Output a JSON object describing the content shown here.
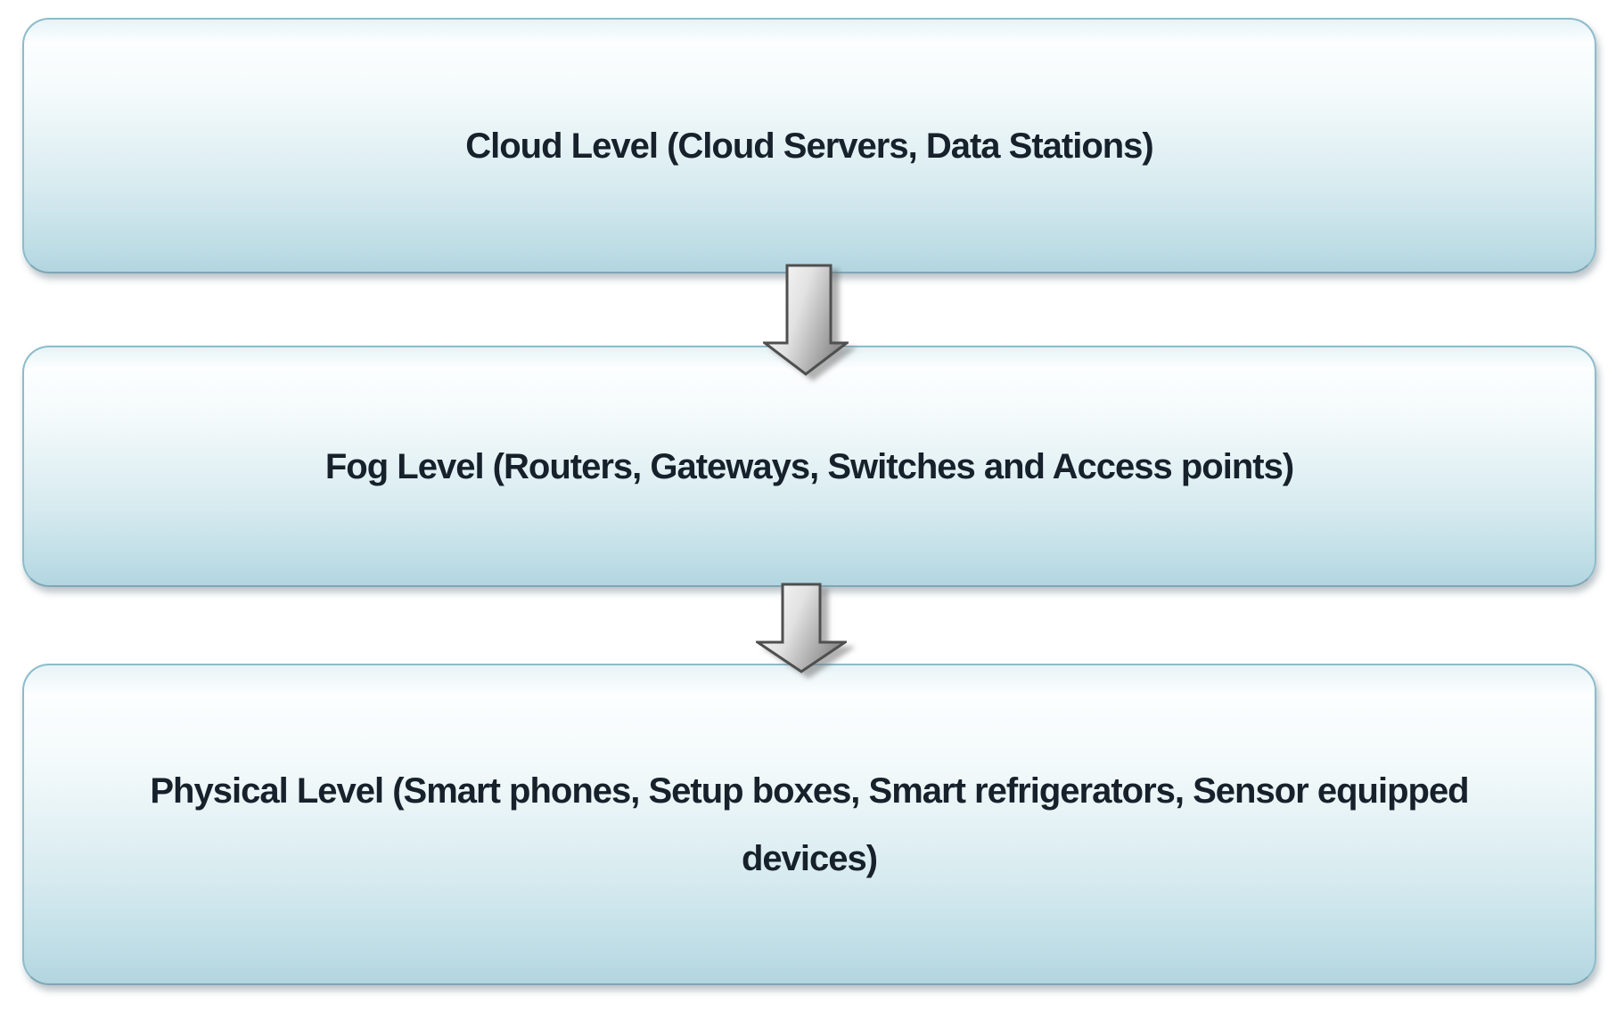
{
  "diagram": {
    "levels": [
      {
        "name": "cloud-level",
        "lines": [
          "Cloud Level (Cloud Servers, Data Stations)"
        ]
      },
      {
        "name": "fog-level",
        "lines": [
          "Fog Level (Routers, Gateways, Switches and Access points)"
        ]
      },
      {
        "name": "physical-level",
        "lines": [
          "Physical Level (Smart phones, Setup boxes, Smart refrigerators, Sensor equipped",
          "devices)"
        ]
      }
    ],
    "connectors": [
      {
        "name": "cloud-to-fog-arrow",
        "direction": "down"
      },
      {
        "name": "fog-to-physical-arrow",
        "direction": "down"
      }
    ],
    "colors": {
      "background": "#ffffff",
      "box_fill_top": "#fcfeff",
      "box_fill_bottom": "#b2d5df",
      "box_border": "#8cbccb",
      "text": "#16212b",
      "arrow_fill_light": "#ffffff",
      "arrow_fill_dark": "#8f8f8f",
      "arrow_outline": "#4f4f4f"
    }
  }
}
